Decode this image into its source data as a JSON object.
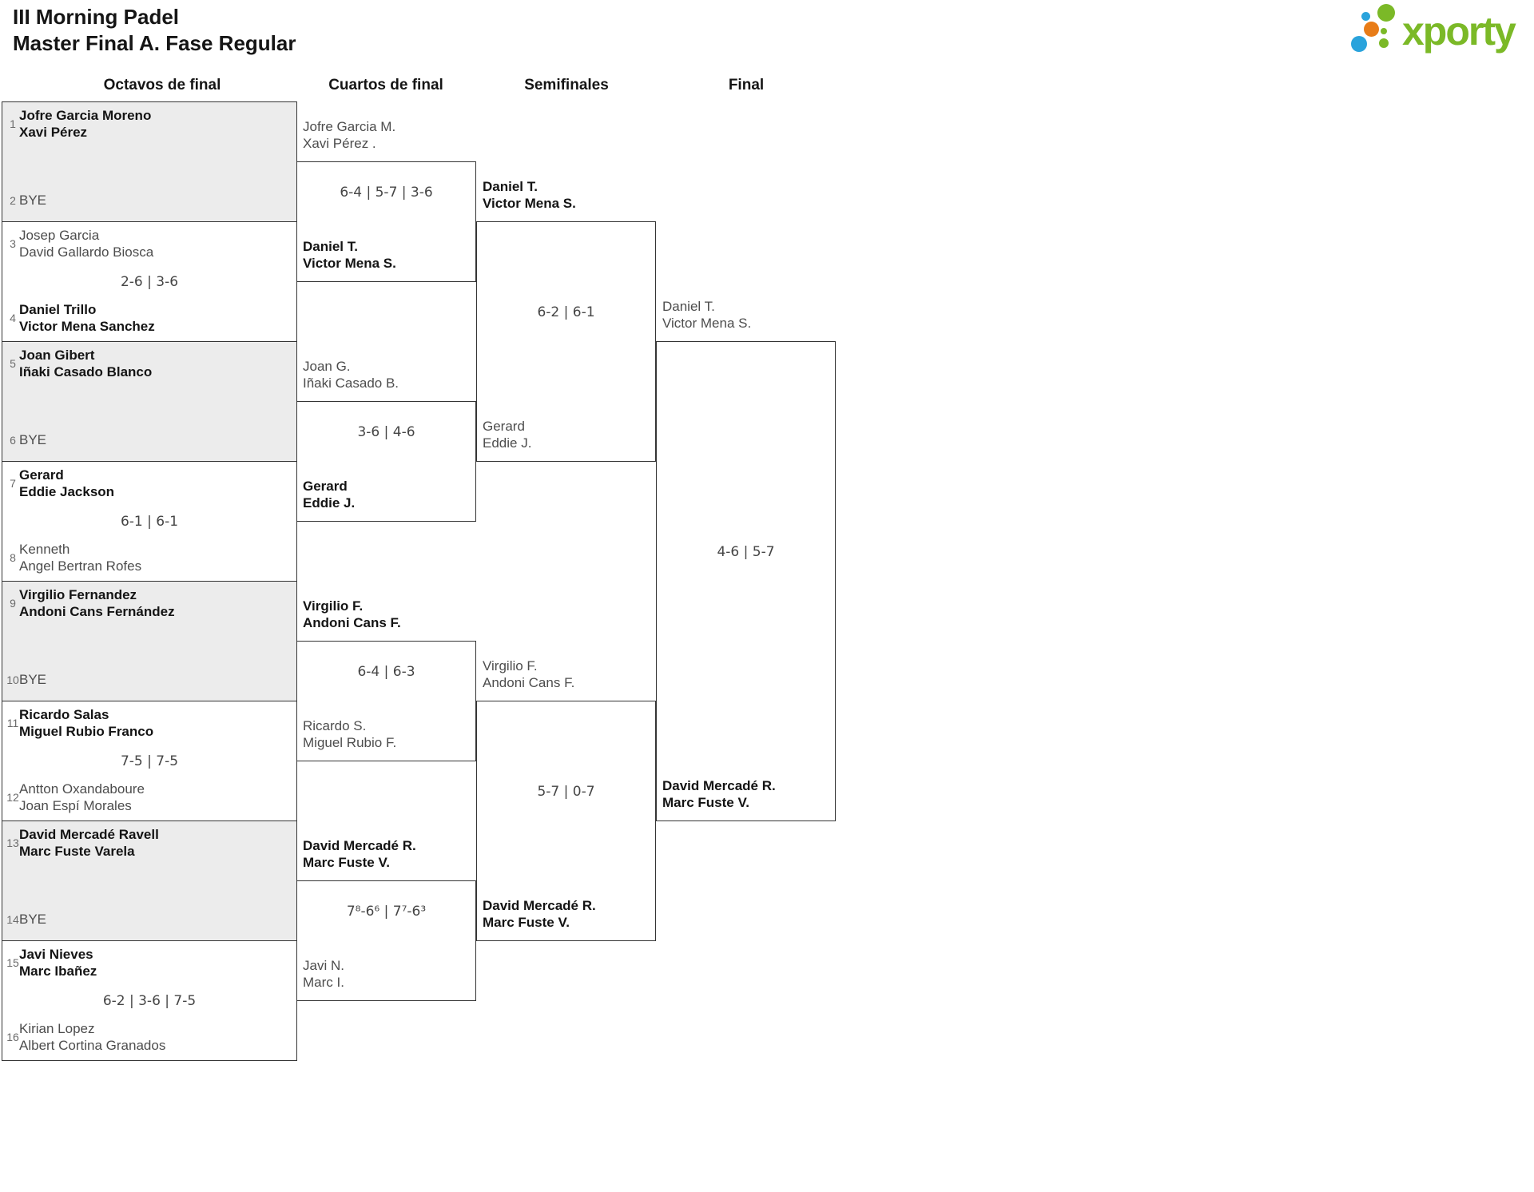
{
  "header": {
    "title_line1": "III Morning Padel",
    "title_line2": "Master Final A. Fase Regular"
  },
  "logo": {
    "brand": "xporty"
  },
  "colors": {
    "logo_green": "#7bb927",
    "logo_blue": "#2aa3dc",
    "logo_orange": "#e87c18",
    "bye_box_fill": "#ececec",
    "box_border": "#343434"
  },
  "round_headers": [
    "Octavos de final",
    "Cuartos de final",
    "Semifinales",
    "Final"
  ],
  "octavos": [
    {
      "seed_a": "1",
      "a": [
        "Jofre Garcia Moreno",
        "Xavi Pérez"
      ],
      "seed_b": "2",
      "b": [
        "BYE"
      ],
      "score": ""
    },
    {
      "seed_a": "3",
      "a": [
        "Josep Garcia",
        "David Gallardo Biosca"
      ],
      "seed_b": "4",
      "b": [
        "Daniel Trillo",
        "Victor Mena Sanchez"
      ],
      "score": "2-6 | 3-6"
    },
    {
      "seed_a": "5",
      "a": [
        "Joan Gibert",
        "Iñaki Casado Blanco"
      ],
      "seed_b": "6",
      "b": [
        "BYE"
      ],
      "score": ""
    },
    {
      "seed_a": "7",
      "a": [
        "Gerard",
        "Eddie Jackson"
      ],
      "seed_b": "8",
      "b": [
        "Kenneth",
        "Angel Bertran Rofes"
      ],
      "score": "6-1 | 6-1"
    },
    {
      "seed_a": "9",
      "a": [
        "Virgilio Fernandez",
        "Andoni Cans Fernández"
      ],
      "seed_b": "10",
      "b": [
        "BYE"
      ],
      "score": ""
    },
    {
      "seed_a": "11",
      "a": [
        "Ricardo Salas",
        "Miguel Rubio Franco"
      ],
      "seed_b": "12",
      "b": [
        "Antton Oxandaboure",
        "Joan Espí Morales"
      ],
      "score": "7-5 | 7-5"
    },
    {
      "seed_a": "13",
      "a": [
        "David Mercadé Ravell",
        "Marc Fuste Varela"
      ],
      "seed_b": "14",
      "b": [
        "BYE"
      ],
      "score": ""
    },
    {
      "seed_a": "15",
      "a": [
        "Javi Nieves",
        "Marc Ibañez"
      ],
      "seed_b": "16",
      "b": [
        "Kirian Lopez",
        "Albert Cortina Granados"
      ],
      "score": "6-2 | 3-6 | 7-5"
    }
  ],
  "cuartos": [
    {
      "a": [
        "Jofre Garcia M.",
        "Xavi Pérez ."
      ],
      "b": [
        "Daniel T.",
        "Victor Mena S."
      ],
      "score": "6-4 | 5-7 | 3-6"
    },
    {
      "a": [
        "Joan G.",
        "Iñaki Casado B."
      ],
      "b": [
        "Gerard",
        "Eddie J."
      ],
      "score": "3-6 | 4-6"
    },
    {
      "a": [
        "Virgilio F.",
        "Andoni Cans F."
      ],
      "b": [
        "Ricardo S.",
        "Miguel Rubio F."
      ],
      "score": "6-4 | 6-3"
    },
    {
      "a": [
        "David Mercadé R.",
        "Marc Fuste V."
      ],
      "b": [
        "Javi N.",
        "Marc I."
      ],
      "score": "7⁸-6⁶ | 7⁷-6³"
    }
  ],
  "semifinales": [
    {
      "a": [
        "Daniel T.",
        "Victor Mena S."
      ],
      "b": [
        "Gerard",
        "Eddie J."
      ],
      "score": "6-2 | 6-1"
    },
    {
      "a": [
        "Virgilio F.",
        "Andoni Cans F."
      ],
      "b": [
        "David Mercadé R.",
        "Marc Fuste V."
      ],
      "score": "5-7 | 0-7"
    }
  ],
  "final": [
    {
      "a": [
        "Daniel T.",
        "Victor Mena S."
      ],
      "b": [
        "David Mercadé R.",
        "Marc Fuste V."
      ],
      "score": "4-6 | 5-7"
    }
  ]
}
